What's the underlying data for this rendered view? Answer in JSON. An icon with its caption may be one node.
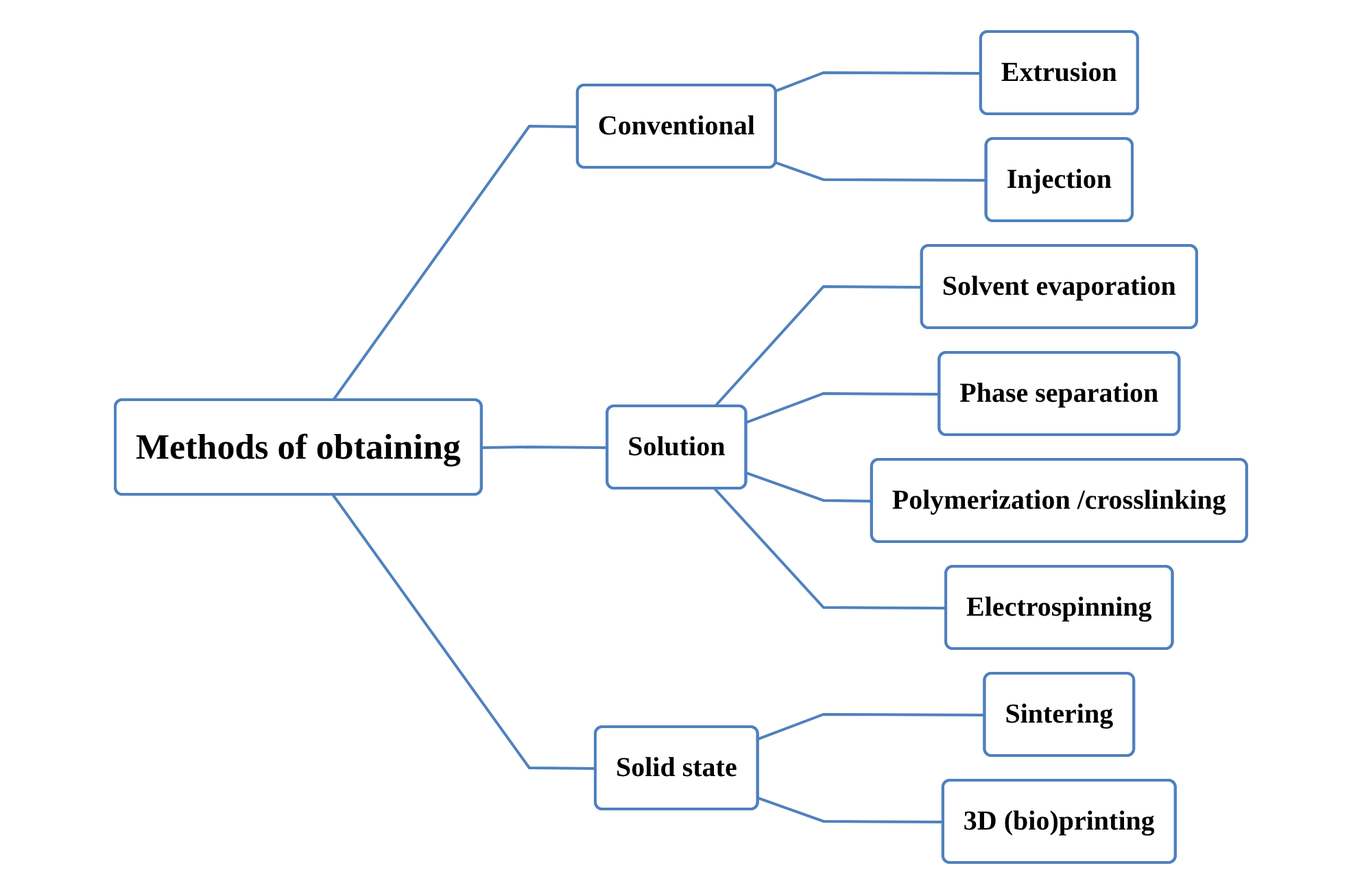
{
  "diagram": {
    "nodes": [
      {
        "text": [
          "Methods of obtaining"
        ]
      },
      {
        "text": [
          "Conventional"
        ]
      },
      {
        "text": [
          "Extrusion"
        ]
      },
      {
        "text": [
          "Injection"
        ]
      },
      {
        "text": [
          "Solution"
        ]
      },
      {
        "text": [
          "Solvent evaporation"
        ]
      },
      {
        "text": [
          "Phase separation"
        ]
      },
      {
        "text": [
          "Polymerization /crosslinking"
        ]
      },
      {
        "text": [
          "Electrospinning"
        ]
      },
      {
        "text": [
          "Solid state"
        ]
      },
      {
        "text": [
          "Sintering"
        ]
      },
      {
        "text": [
          "3D (bio)printing"
        ]
      }
    ],
    "edges": [
      {
        "from": 0,
        "to": 1,
        "arrow": "none"
      },
      {
        "from": 0,
        "to": 4,
        "arrow": "none"
      },
      {
        "from": 0,
        "to": 9,
        "arrow": "none"
      },
      {
        "from": 1,
        "to": 2,
        "arrow": "none"
      },
      {
        "from": 1,
        "to": 3,
        "arrow": "none"
      },
      {
        "from": 4,
        "to": 5,
        "arrow": "none"
      },
      {
        "from": 4,
        "to": 6,
        "arrow": "none"
      },
      {
        "from": 4,
        "to": 7,
        "arrow": "none"
      },
      {
        "from": 4,
        "to": 8,
        "arrow": "none"
      },
      {
        "from": 9,
        "to": 10,
        "arrow": "none"
      },
      {
        "from": 9,
        "to": 11,
        "arrow": "none"
      }
    ]
  }
}
